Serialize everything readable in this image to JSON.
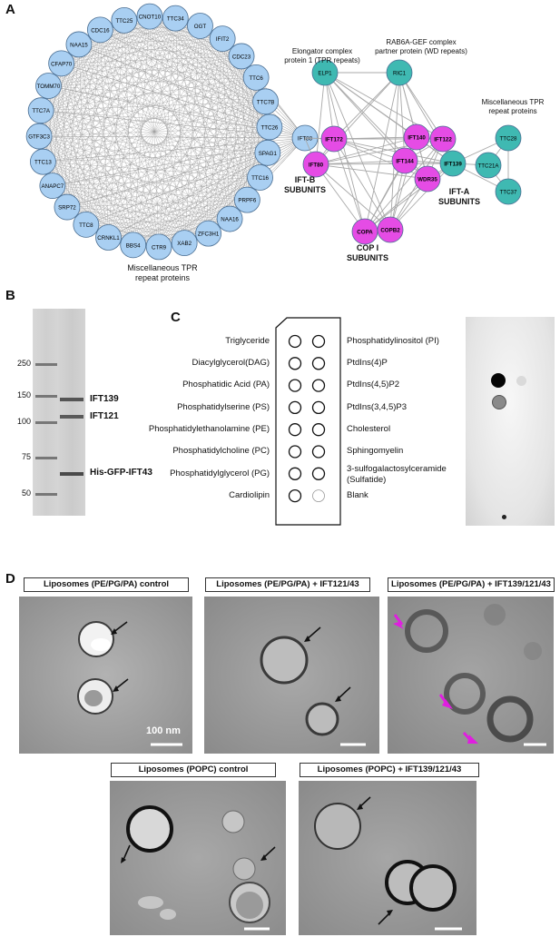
{
  "panelA": {
    "letter": "A",
    "ring_nodes": [
      "CDC16",
      "TTC25",
      "CNOT10",
      "TTC34",
      "OGT",
      "IFIT2",
      "CDC23",
      "TTC6",
      "TTC7B",
      "TTC26",
      "SPAG1",
      "TTC16",
      "PRPF6",
      "NAA16",
      "ZFC3H1",
      "XAB2",
      "CTR9",
      "BBS4",
      "CRNKL1",
      "TTC8",
      "SRP72",
      "ANAPC7",
      "TTC13",
      "GTF3C3",
      "TTC7A",
      "TOMM70",
      "CFAP70",
      "NAA15"
    ],
    "ring_label": "Miscellaneous TPR\nrepeat proteins",
    "ring_label_line1": "Miscellaneous TPR",
    "ring_label_line2": "repeat proteins",
    "ift88": "IFT88",
    "iftb_nodes": [
      "IFT172",
      "IFT80"
    ],
    "iftb_label_line1": "IFT-B",
    "iftb_label_line2": "SUBUNITS",
    "ifta_nodes": [
      "IFT140",
      "IFT122",
      "IFT144",
      "WDR35"
    ],
    "copi_nodes": [
      "COPA",
      "COPB2"
    ],
    "copi_label_line1": "COP I",
    "copi_label_line2": "SUBUNITS",
    "ifta_label_line1": "IFT-A",
    "ifta_label_line2": "SUBUNITS",
    "teal_nodes": [
      "ELP1",
      "RIC1",
      "TTC28",
      "IFT139",
      "TTC21A",
      "TTC37"
    ],
    "elp1_caption_line1": "Elongator complex",
    "elp1_caption_line2": "protein 1 (TPR repeats)",
    "ric1_caption_line1": "RAB6A-GEF complex",
    "ric1_caption_line2": "partner protein (WD repeats)",
    "ttc_caption_line1": "Miscellaneous TPR",
    "ttc_caption_line2": "repeat proteins",
    "colors": {
      "blue": "#a9cff2",
      "magenta": "#e54ce5",
      "teal": "#3fb9b2"
    }
  },
  "panelB": {
    "letter": "B",
    "mw_markers": [
      "250",
      "150",
      "100",
      "75",
      "50"
    ],
    "bands": [
      "IFT139",
      "IFT121",
      "His-GFP-IFT43"
    ]
  },
  "panelC": {
    "letter": "C",
    "left_lipids": [
      "Triglyceride",
      "Diacylglycerol(DAG)",
      "Phosphatidic Acid (PA)",
      "Phosphatidylserine (PS)",
      "Phosphatidylethanolamine (PE)",
      "Phosphatidylcholine (PC)",
      "Phosphatidylglycerol (PG)",
      "Cardiolipin"
    ],
    "right_lipids": [
      "Phosphatidylinositol (PI)",
      "PtdIns(4)P",
      "PtdIns(4,5)P2",
      "PtdIns(3,4,5)P3",
      "Cholesterol",
      "Sphingomyelin",
      "3-sulfogalactosylceramide",
      "Blank"
    ],
    "right_lipid_extra": "(Sulfatide)"
  },
  "panelD": {
    "letter": "D",
    "images": [
      {
        "title": "Liposomes (PE/PG/PA) control",
        "scale": "100 nm"
      },
      {
        "title": "Liposomes (PE/PG/PA) + IFT121/43"
      },
      {
        "title": "Liposomes (PE/PG/PA) + IFT139/121/43"
      },
      {
        "title": "Liposomes (POPC) control"
      },
      {
        "title": "Liposomes (POPC) + IFT139/121/43"
      }
    ]
  }
}
